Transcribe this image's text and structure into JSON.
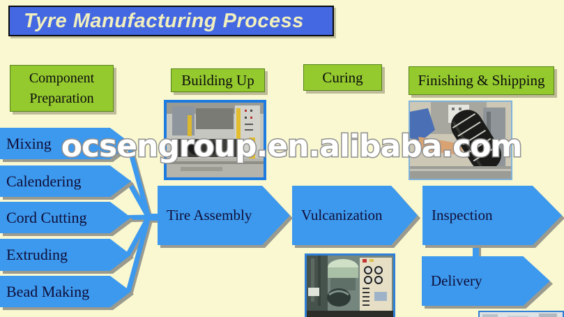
{
  "title": "Tyre Manufacturing Process",
  "watermark": "ocsengroup.en.alibaba.com",
  "stage_headers": [
    {
      "label": "Component Preparation"
    },
    {
      "label": "Building Up"
    },
    {
      "label": "Curing"
    },
    {
      "label": "Finishing & Shipping"
    }
  ],
  "component_steps": [
    {
      "label": "Mixing"
    },
    {
      "label": "Calendering"
    },
    {
      "label": "Cord Cutting"
    },
    {
      "label": "Extruding"
    },
    {
      "label": "Bead Making"
    }
  ],
  "process_steps": [
    {
      "label": "Tire Assembly"
    },
    {
      "label": "Vulcanization"
    },
    {
      "label": "Inspection"
    },
    {
      "label": "Delivery"
    }
  ],
  "photos": [
    {
      "name": "tire-building-machine-photo"
    },
    {
      "name": "tire-finishing-photo"
    },
    {
      "name": "curing-press-photo"
    },
    {
      "name": "warehouse-photo"
    }
  ],
  "colors": {
    "background": "#FAF8D0",
    "arrow_blue": "#3D99EE",
    "title_bar_blue": "#4468E2",
    "title_text": "#F1EFBE",
    "stage_green": "#95CA2F",
    "text_navy": "#0E0E38",
    "shadow_gray": "#9A9A8E"
  }
}
